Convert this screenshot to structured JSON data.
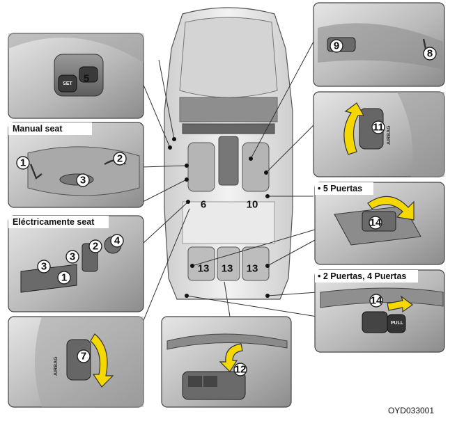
{
  "labels": {
    "manual_seat": "Manual seat",
    "electric_seat": "Eléctricamente seat",
    "five_doors": "• 5 Puertas",
    "two_four_doors": "• 2 Puertas, 4 Puertas",
    "figure_code": "OYD033001",
    "airbag": "AIRBAG",
    "set_button": "SET",
    "pull_tab": "PULL"
  },
  "callouts": {
    "n1": "1",
    "n2": "2",
    "n3": "3",
    "n4": "4",
    "n5": "5",
    "n6": "6",
    "n7": "7",
    "n8": "8",
    "n9": "9",
    "n10": "10",
    "n11": "11",
    "n12": "12",
    "n13": "13",
    "n14": "14"
  },
  "colors": {
    "arrow": "#f5d800",
    "panel_light": "#d8d8d8",
    "panel_dark": "#7a7a7a"
  }
}
